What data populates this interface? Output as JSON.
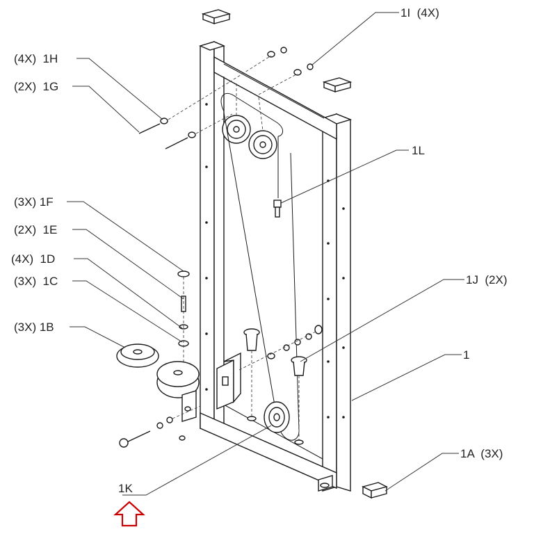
{
  "callouts": [
    {
      "id": "1I",
      "qty": "(4X)",
      "code": "1I",
      "text": "1I  (4X)"
    },
    {
      "id": "1H",
      "qty": "(4X)",
      "code": "1H",
      "text": "(4X)  1H"
    },
    {
      "id": "1G",
      "qty": "(2X)",
      "code": "1G",
      "text": "(2X)  1G"
    },
    {
      "id": "1L",
      "code": "1L",
      "text": "1L"
    },
    {
      "id": "1F",
      "text": "(3X) 1F"
    },
    {
      "id": "1E",
      "text": "(2X)  1E"
    },
    {
      "id": "1D",
      "text": "(4X)  1D"
    },
    {
      "id": "1C",
      "text": "(3X)  1C"
    },
    {
      "id": "1B",
      "text": "(3X) 1B"
    },
    {
      "id": "1J",
      "text": "1J  (2X)"
    },
    {
      "id": "1",
      "text": "1"
    },
    {
      "id": "1A",
      "text": "1A  (3X)"
    },
    {
      "id": "1K",
      "text": "1K"
    }
  ],
  "colors": {
    "line": "#1a1a1a",
    "arrow": "#cc0000"
  },
  "icons": {
    "pointer": "up-arrow-outline-icon"
  }
}
